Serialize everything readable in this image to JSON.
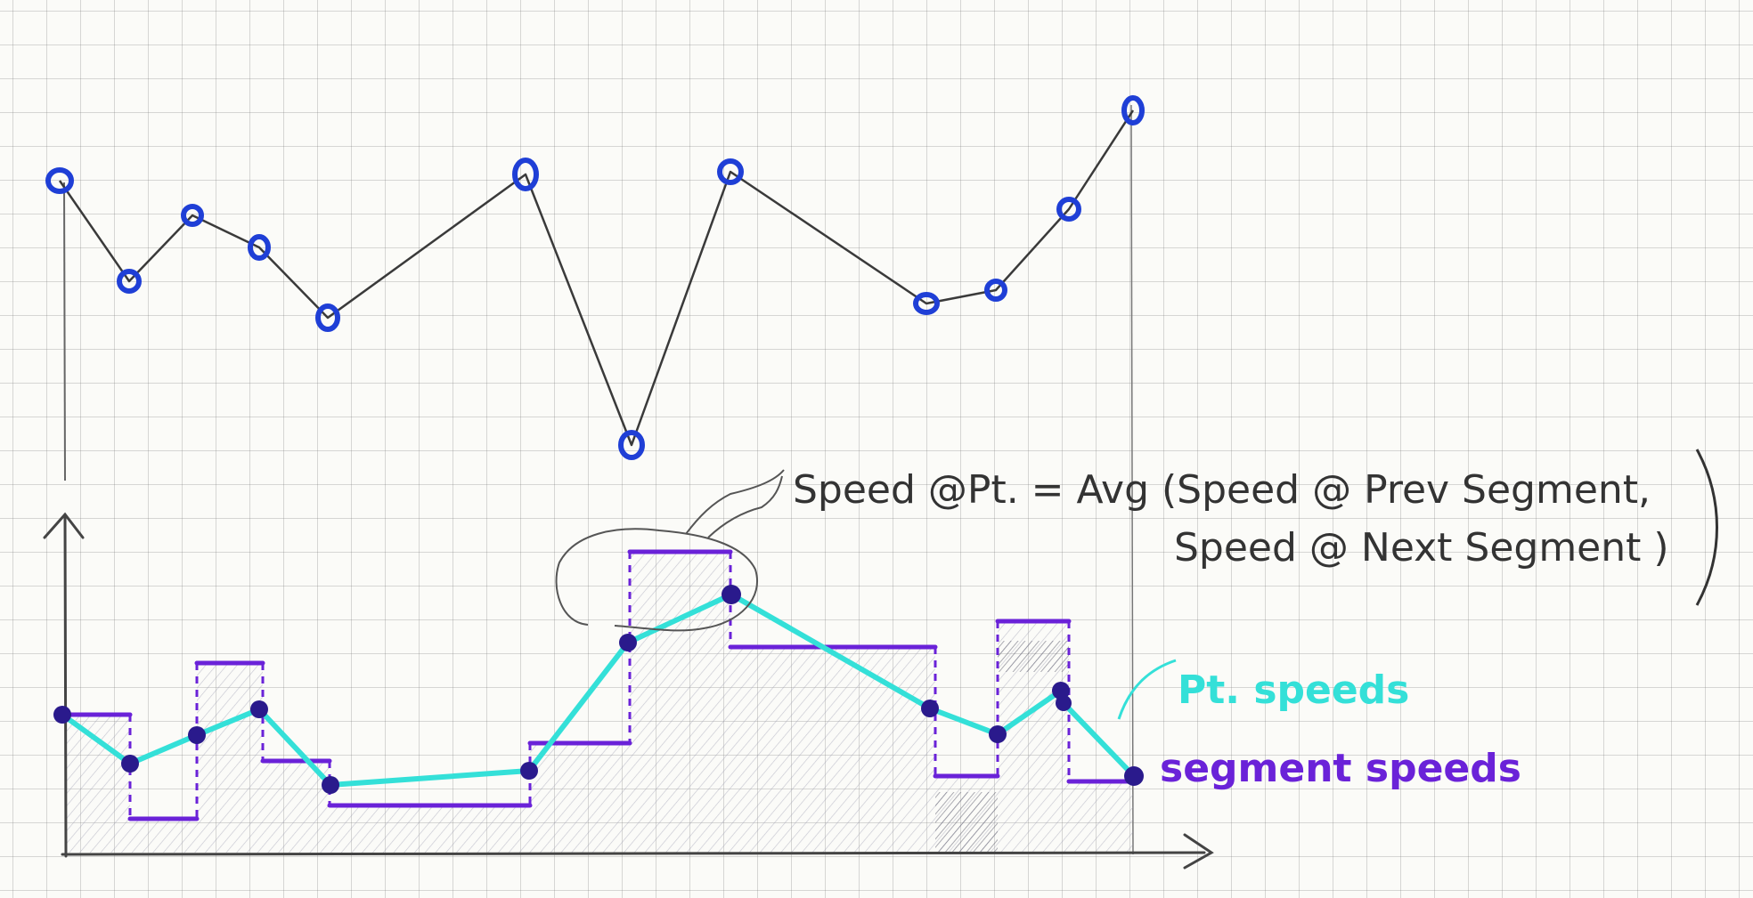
{
  "annotation": {
    "formula_line1": "Speed @Pt. = Avg (Speed @ Prev Segment,",
    "formula_line2": "Speed @ Next Segment )"
  },
  "legend": {
    "point_speeds": "Pt. speeds",
    "segment_speeds": "segment speeds"
  },
  "colors": {
    "route_line": "#3a3a3a",
    "route_points": "#1f3fd6",
    "point_speed_line": "#34e0d8",
    "point_markers": "#2a1a8c",
    "segment_bars": "#6a22d8",
    "annotation_ink": "#333333",
    "axes": "#444444"
  }
}
